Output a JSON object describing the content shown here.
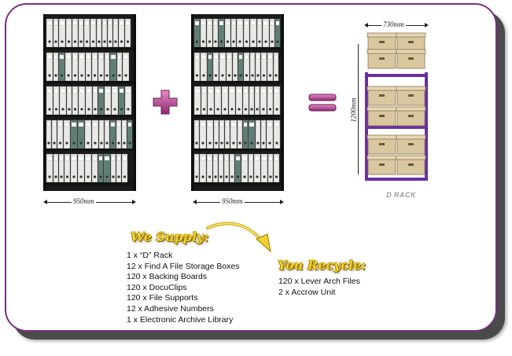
{
  "rack_label": "D RACK",
  "dimensions": {
    "shelf1_width": "950mm",
    "shelf2_width": "950mm",
    "rack_width": "730mm",
    "rack_height": "1200mm"
  },
  "operators": [
    "+",
    "="
  ],
  "supply": {
    "heading": "We Supply:",
    "items": [
      "1 x “D” Rack",
      "12 x Find A File Storage Boxes",
      "120 x Backing Boards",
      "120 x DocuClips",
      "120 x File Supports",
      "12 x Adhesive Numbers",
      "1 x Electronic Archive Library"
    ]
  },
  "recycle": {
    "heading": "You Recycle:",
    "items": [
      "120 x Lever Arch Files",
      "2 x Accrow Unit"
    ]
  },
  "colors": {
    "border": "#7a2f7e",
    "rack_frame": "#6a2fa0",
    "heading": "#f2d22e",
    "operator": "#b0408e"
  }
}
